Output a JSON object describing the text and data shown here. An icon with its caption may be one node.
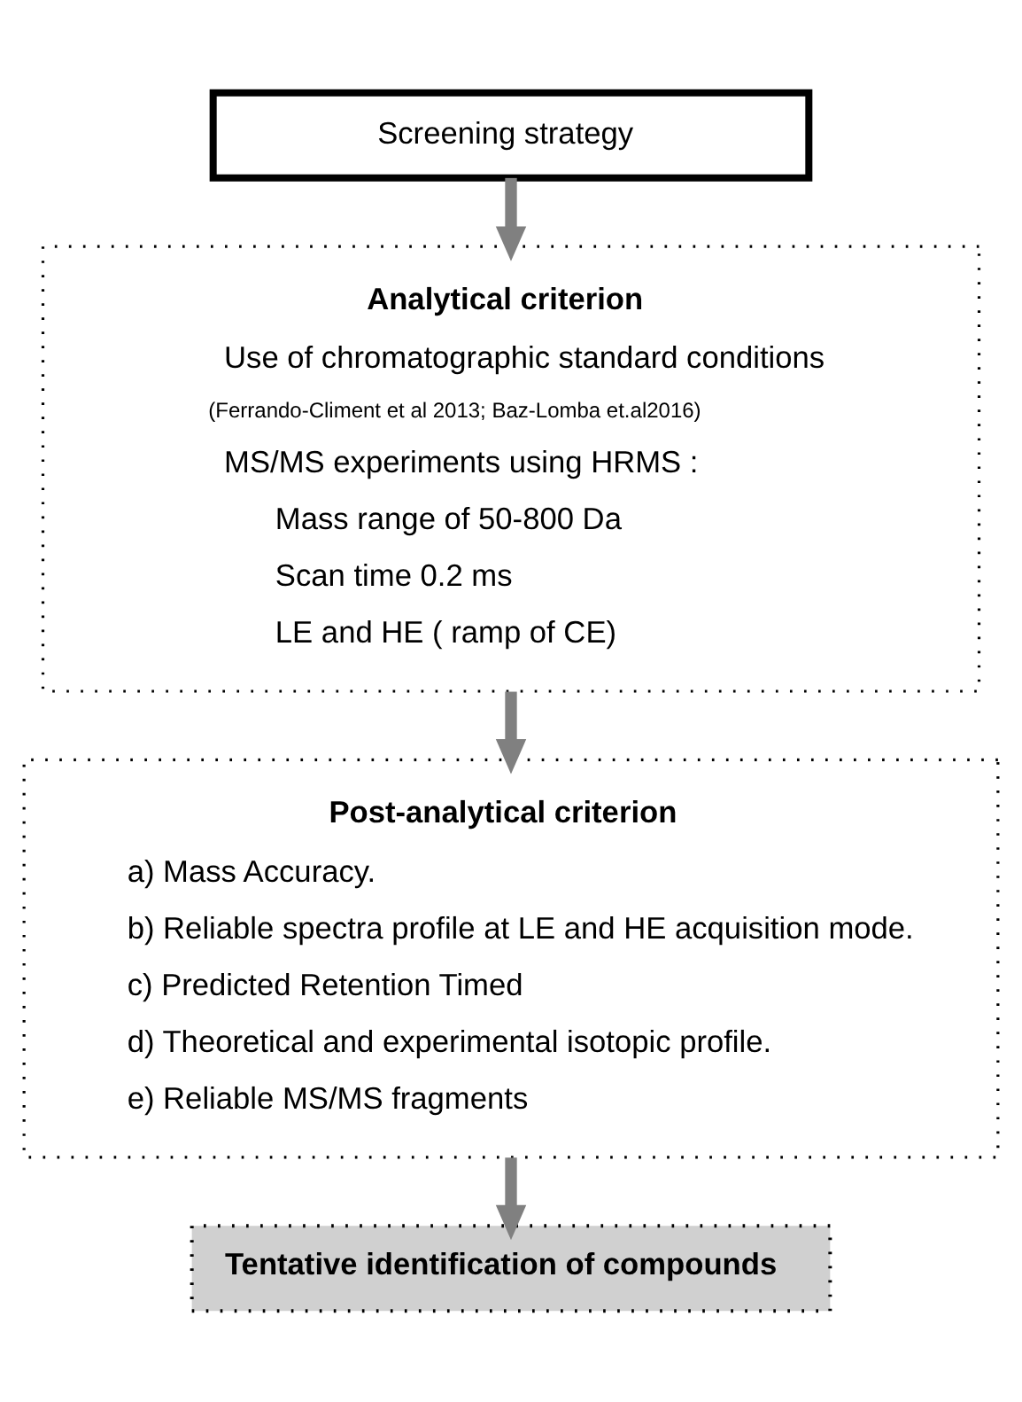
{
  "diagram": {
    "nodes": [
      {
        "text": [
          "Screening strategy"
        ]
      },
      {
        "text": [
          "Analytical criterion",
          "Use of chromatographic standard conditions",
          "(Ferrando-Climent et al 2013; Baz-Lomba et.al2016)",
          "MS/MS experiments using HRMS :",
          "Mass range of 50-800 Da",
          "Scan time 0.2 ms",
          "LE and HE ( ramp of CE)"
        ]
      },
      {
        "text": [
          "Post-analytical criterion",
          "a) Mass Accuracy.",
          "b) Reliable spectra profile at LE and HE acquisition mode.",
          "c) Predicted Retention Timed",
          "d) Theoretical and experimental isotopic profile.",
          "e) Reliable MS/MS fragments"
        ]
      },
      {
        "text": [
          "Tentative identification of compounds"
        ]
      }
    ],
    "edges": [
      {
        "from": 0,
        "to": 1,
        "arrow": "to"
      },
      {
        "from": 1,
        "to": 2,
        "arrow": "to"
      },
      {
        "from": 2,
        "to": 3,
        "arrow": "to"
      }
    ]
  }
}
